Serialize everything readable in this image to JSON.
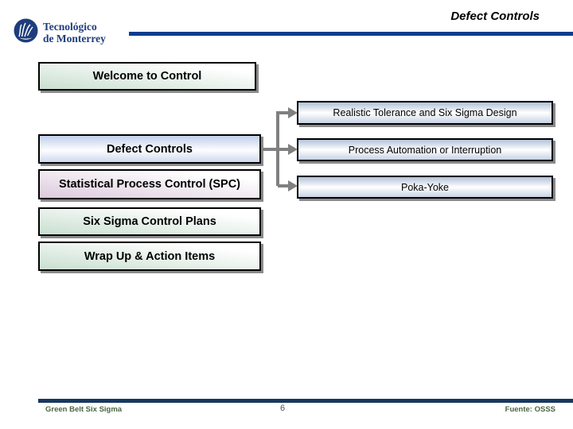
{
  "header": {
    "title": "Defect Controls",
    "logo": {
      "line1": "Tecnológico",
      "line2": "de Monterrey"
    }
  },
  "left_menu": [
    {
      "label": "Welcome to Control"
    },
    {
      "label": "Defect Controls"
    },
    {
      "label": "Statistical Process Control (SPC)"
    },
    {
      "label": "Six Sigma Control Plans"
    },
    {
      "label": "Wrap Up & Action Items"
    }
  ],
  "sub_topics": [
    "Realistic Tolerance and Six Sigma Design",
    "Process Automation or Interruption",
    "Poka-Yoke"
  ],
  "footer": {
    "left": "Green Belt Six Sigma",
    "page_number": "6",
    "right": "Fuente: OSSS"
  },
  "colors": {
    "header_rule_blue": "#0d3d8f",
    "footer_rule_navy": "#17375e",
    "logo_blue": "#1f3d7c",
    "footer_text_green": "#4a6741",
    "connector_gray": "#808080",
    "box_green_tint": "#c9dfd0",
    "box_pink_tint": "#dccadc",
    "box_blue_tint": "#bfd0ea",
    "box_border": "#000000",
    "box_shadow_gray": "#8a8a8a"
  }
}
